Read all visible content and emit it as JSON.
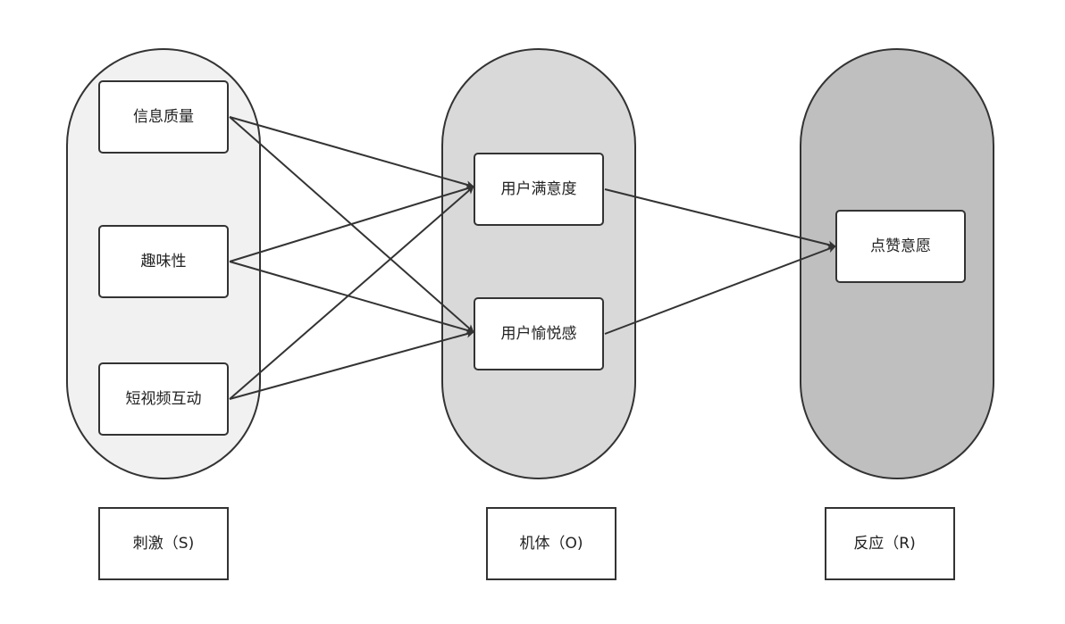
{
  "stimulus": {
    "label": "刺激（S)",
    "color": "#f1f1f1",
    "nodes": [
      "信息质量",
      "趣味性",
      "短视频互动"
    ]
  },
  "organism": {
    "label": "机体（O)",
    "color": "#d9d9d9",
    "nodes": [
      "用户满意度",
      "用户愉悦感"
    ]
  },
  "response": {
    "label": "反应（R)",
    "color": "#bfbfbf",
    "nodes": [
      "点赞意愿"
    ]
  },
  "edges": [
    {
      "from": "信息质量",
      "to": "用户满意度"
    },
    {
      "from": "信息质量",
      "to": "用户愉悦感"
    },
    {
      "from": "趣味性",
      "to": "用户满意度"
    },
    {
      "from": "趣味性",
      "to": "用户愉悦感"
    },
    {
      "from": "短视频互动",
      "to": "用户满意度"
    },
    {
      "from": "短视频互动",
      "to": "用户愉悦感"
    },
    {
      "from": "用户满意度",
      "to": "点赞意愿"
    },
    {
      "from": "用户愉悦感",
      "to": "点赞意愿"
    }
  ]
}
